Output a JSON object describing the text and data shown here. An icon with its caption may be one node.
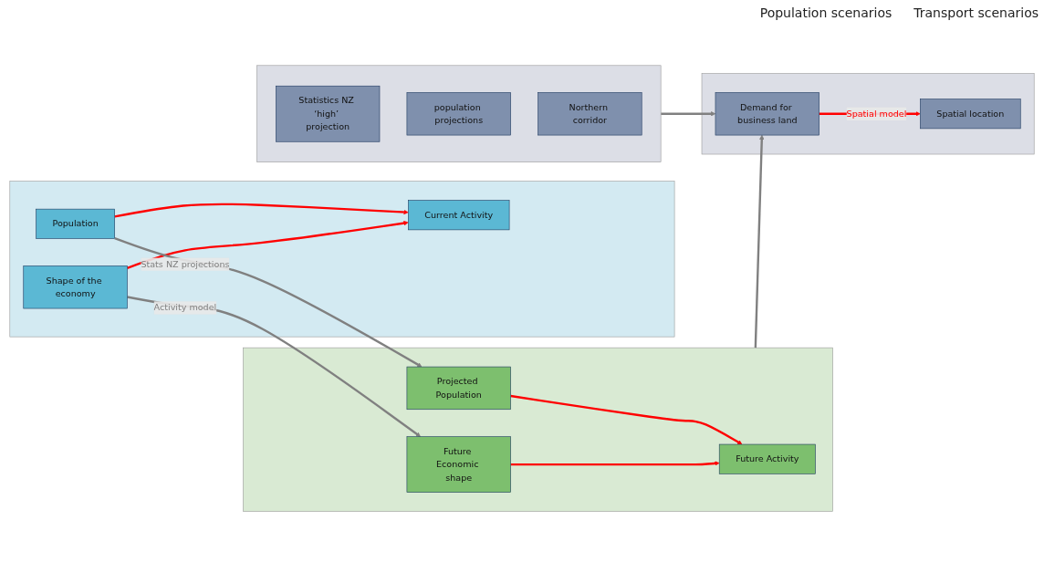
{
  "diagram": {
    "nodes": [
      {
        "text": [],
        "shape": "box"
      },
      {
        "text": [
          "Population"
        ],
        "in": 0
      },
      {
        "text": [
          "Current Activity"
        ],
        "in": 0
      },
      {
        "text": [
          "Shape of the economy"
        ],
        "in": 0
      },
      {
        "text": [],
        "shape": "box"
      },
      {
        "text": [
          "Projected Population"
        ],
        "in": 4
      },
      {
        "text": [
          "Future Activity"
        ],
        "in": 4
      },
      {
        "text": [
          "Future Economic shape"
        ],
        "in": 4
      },
      {
        "text": [],
        "shape": "box"
      },
      {
        "text": [
          "Demand for business land"
        ],
        "in": 8
      },
      {
        "text": [
          "Spatial location"
        ],
        "in": 8
      },
      {
        "text": [],
        "shape": "box"
      },
      {
        "text": [
          "Statistics NZ ‘high’ projection"
        ],
        "in": 11
      },
      {
        "text": [
          "population projections"
        ],
        "in": 11
      },
      {
        "text": [
          "Northern corridor"
        ],
        "in": 11
      }
    ],
    "edges": [
      {
        "from": 1,
        "to": 2,
        "arrow": "to",
        "color": "#ff0000"
      },
      {
        "from": 3,
        "to": 2,
        "arrow": "to",
        "color": "#ff0000"
      },
      {
        "from": 5,
        "to": 6,
        "arrow": "to",
        "color": "#ff0000"
      },
      {
        "from": 7,
        "to": 6,
        "arrow": "to",
        "color": "#ff0000"
      },
      {
        "from": 9,
        "to": 10,
        "label": "Spatial model",
        "arrow": "to",
        "color": "#ff0000"
      },
      {
        "from": 1,
        "to": 5,
        "label": "Stats NZ projections",
        "arrow": "to",
        "color": "#808080"
      },
      {
        "from": 3,
        "to": 7,
        "label": "Activity model",
        "arrow": "to",
        "color": "#808080"
      },
      {
        "from": 4,
        "to": 9,
        "arrow": "to",
        "color": "#808080"
      },
      {
        "from": 11,
        "to": 9,
        "arrow": "to",
        "color": "#808080"
      }
    ],
    "labels": [
      "Population scenarios",
      "Transport scenarios"
    ]
  }
}
